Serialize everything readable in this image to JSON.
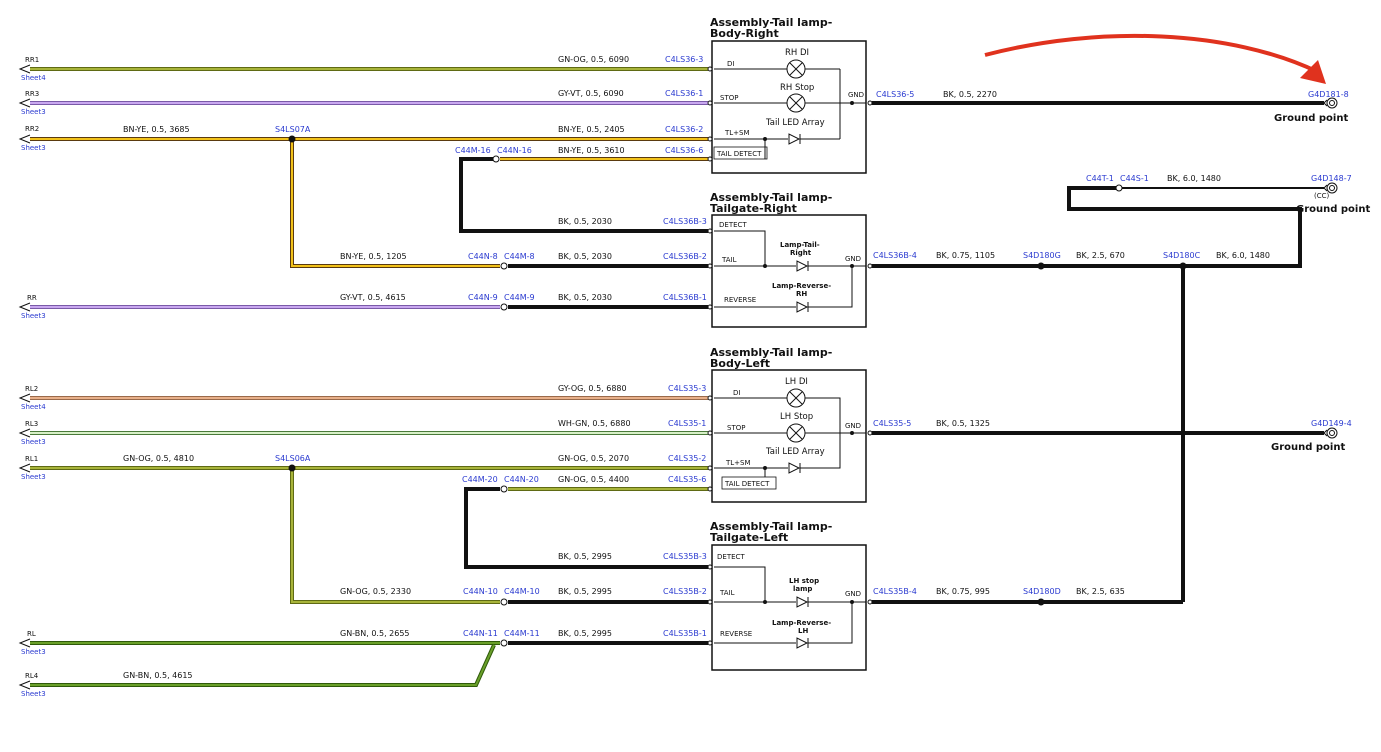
{
  "colors": {
    "black": "#111111",
    "link": "#2a3ad0",
    "gn_og": "#8a9a1e",
    "gy_vt": "#b08ae0",
    "bn_ye": "#f2c21a",
    "gy_og": "#d9a07a",
    "wh_gn": "#9fce8a",
    "gn_bn": "#5a8a1a",
    "arrow": "#e0321e"
  },
  "assemblies": [
    {
      "title1": "Assembly-Tail lamp-",
      "title2": "Body-Right",
      "pins": [
        "DI",
        "STOP",
        "TL+SM",
        "TAIL DETECT"
      ],
      "components": [
        "RH DI",
        "RH Stop",
        "Tail LED Array"
      ],
      "gnd": "GND"
    },
    {
      "title1": "Assembly-Tail lamp-",
      "title2": "Tailgate-Right",
      "pins": [
        "DETECT",
        "TAIL",
        "REVERSE"
      ],
      "components": [
        "Lamp-Tail-",
        "Right",
        "Lamp-Reverse-",
        "RH"
      ],
      "gnd": "GND"
    },
    {
      "title1": "Assembly-Tail lamp-",
      "title2": "Body-Left",
      "pins": [
        "DI",
        "STOP",
        "TL+SM",
        "TAIL DETECT"
      ],
      "components": [
        "LH DI",
        "LH Stop",
        "Tail LED Array"
      ],
      "gnd": "GND"
    },
    {
      "title1": "Assembly-Tail lamp-",
      "title2": "Tailgate-Left",
      "pins": [
        "DETECT",
        "TAIL",
        "REVERSE"
      ],
      "components": [
        "LH stop",
        "lamp",
        "Lamp-Reverse-",
        "LH"
      ],
      "gnd": "GND"
    }
  ],
  "offsheet": [
    {
      "name": "RR1",
      "sheet": "Sheet4"
    },
    {
      "name": "RR3",
      "sheet": "Sheet3"
    },
    {
      "name": "RR2",
      "sheet": "Sheet3"
    },
    {
      "name": "RR",
      "sheet": "Sheet3"
    },
    {
      "name": "RL2",
      "sheet": "Sheet4"
    },
    {
      "name": "RL3",
      "sheet": "Sheet3"
    },
    {
      "name": "RL1",
      "sheet": "Sheet3"
    },
    {
      "name": "RL",
      "sheet": "Sheet3"
    },
    {
      "name": "RL4",
      "sheet": "Sheet3"
    }
  ],
  "wire_labels": [
    "GN-OG, 0.5, 6090",
    "GY-VT, 0.5, 6090",
    "BN-YE, 0.5, 3685",
    "BN-YE, 0.5, 2405",
    "BN-YE, 0.5, 3610",
    "BK, 0.5, 2030",
    "BN-YE, 0.5, 1205",
    "BK, 0.5, 2030",
    "GY-VT, 0.5, 4615",
    "BK, 0.5, 2030",
    "BK, 0.5, 2270",
    "BK, 6.0, 1480",
    "BK, 0.75, 1105",
    "BK, 2.5, 670",
    "BK, 6.0, 1480",
    "GY-OG, 0.5, 6880",
    "WH-GN, 0.5, 6880",
    "GN-OG, 0.5, 4810",
    "GN-OG, 0.5, 2070",
    "GN-OG, 0.5, 4400",
    "BK, 0.5, 2995",
    "GN-OG, 0.5, 2330",
    "BK, 0.5, 2995",
    "GN-BN, 0.5, 2655",
    "BK, 0.5, 2995",
    "GN-BN, 0.5, 4615",
    "BK, 0.5, 1325",
    "BK, 0.75, 995",
    "BK, 2.5, 635"
  ],
  "connectors": [
    "C4LS36-3",
    "C4LS36-1",
    "C4LS36-2",
    "C4LS36-6",
    "C4LS36-5",
    "C4LS36B-3",
    "C4LS36B-2",
    "C4LS36B-1",
    "C4LS36B-4",
    "C4LS35-3",
    "C4LS35-1",
    "C4LS35-2",
    "C4LS35-6",
    "C4LS35-5",
    "C4LS35B-3",
    "C4LS35B-2",
    "C4LS35B-1",
    "C4LS35B-4",
    "C44M-16",
    "C44N-16",
    "C44N-8",
    "C44M-8",
    "C44N-9",
    "C44M-9",
    "C44M-20",
    "C44N-20",
    "C44N-10",
    "C44M-10",
    "C44N-11",
    "C44M-11",
    "C44T-1",
    "C44S-1"
  ],
  "splices": [
    "S4LS07A",
    "S4LS06A",
    "S4D180G",
    "S4D180C",
    "S4D180D"
  ],
  "grounds": [
    {
      "id": "G4D181-8",
      "label": "Ground point",
      "note": ""
    },
    {
      "id": "G4D148-7",
      "label": "Ground point",
      "note": "(CC)"
    },
    {
      "id": "G4D149-4",
      "label": "Ground point",
      "note": ""
    }
  ]
}
